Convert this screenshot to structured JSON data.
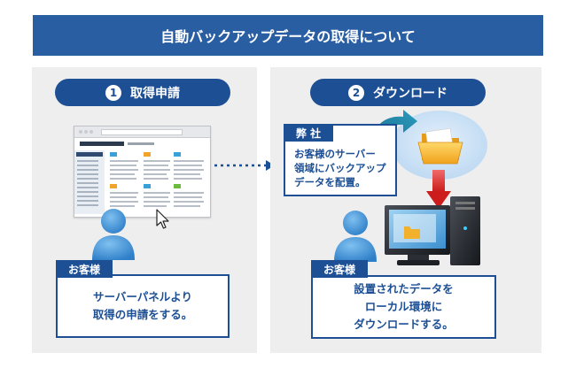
{
  "title": "自動バックアップデータの取得について",
  "colors": {
    "primary": "#1d4f95",
    "title_bg": "#2a5ea3",
    "panel_bg": "#eeeeee",
    "person": "#3f8fd6",
    "arrow_red": "#d02020"
  },
  "steps": [
    {
      "number": "1",
      "label": "取得申請",
      "actor_tag": "お客様",
      "description_lines": [
        "サーバーパネルより",
        "取得の申請をする。"
      ]
    },
    {
      "number": "2",
      "label": "ダウンロード",
      "company_tag": "弊 社",
      "company_lines": [
        "お客様のサーバー",
        "領域にバックアップ",
        "データを配置。"
      ],
      "actor_tag": "お客様",
      "description_lines": [
        "設置されたデータを",
        "ローカル環境に",
        "ダウンロードする。"
      ]
    }
  ],
  "icons": [
    "user-icon",
    "browser-window-icon",
    "mouse-cursor-icon",
    "folder-icon",
    "computer-icon",
    "arrow-down-icon",
    "curved-arrow-icon",
    "dotted-arrow-icon"
  ]
}
